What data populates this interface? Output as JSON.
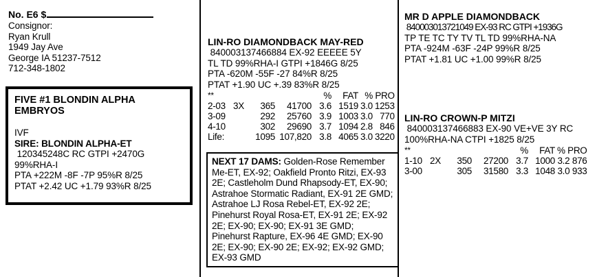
{
  "document": {
    "type": "cattle-auction-catalog-page",
    "lot_number_label": "No. E6",
    "price_symbol": "$"
  },
  "consignor": {
    "label": "Consignor:",
    "name": "Ryan Krull",
    "address": "1949 Jay Ave",
    "city_state_zip": "George IA 51237-7512",
    "phone": "712-348-1802"
  },
  "lot": {
    "title": "FIVE #1 BLONDIN ALPHA EMBRYOS",
    "method": "IVF",
    "sire_label": "SIRE: BLONDIN ALPHA-ET",
    "sire_reg": " 120345248C RC GTPI +2470G",
    "sire_rha": "99%RHA-I",
    "sire_pta": "PTA +222M -8F -7P 95%R 8/25",
    "sire_ptat": "PTAT +2.42 UC +1.79 93%R 8/25"
  },
  "dam_middle": {
    "name": "LIN-RO DIAMONDBACK MAY-RED",
    "reg": " 840003137466884 EX-92 EEEEE 5Y",
    "codes": "TL TD 99%RHA-I GTPI +1846G 8/25",
    "pta": "PTA -620M -55F -27 84%R 8/25",
    "ptat": "PTAT +1.90 UC +.39 83%R 8/25",
    "records": {
      "stars": "**",
      "headers": [
        "",
        "",
        "",
        "",
        "%",
        "FAT",
        "% PRO"
      ],
      "rows": [
        {
          "age": "2-03",
          "times": "3X",
          "days": "365",
          "milk": "41700",
          "fat_pct": "3.6",
          "fat": "1519",
          "pro_pct": "3.0",
          "pro": "1253"
        },
        {
          "age": "3-09",
          "times": "",
          "days": "292",
          "milk": "25760",
          "fat_pct": "3.9",
          "fat": "1003",
          "pro_pct": "3.0",
          "pro": "770"
        },
        {
          "age": "4-10",
          "times": "",
          "days": "302",
          "milk": "29690",
          "fat_pct": "3.7",
          "fat": "1094",
          "pro_pct": "2.8",
          "pro": "846"
        }
      ],
      "lifetime": {
        "label": "Life:",
        "days": "1095",
        "milk": "107,820",
        "fat_pct": "3.8",
        "fat": "4065",
        "pro_pct": "3.0",
        "pro": "3220"
      }
    }
  },
  "next_dams": {
    "label": "NEXT 17 DAMS:",
    "text": " Golden-Rose Remember Me-ET, EX-92; Oakfield Pronto Ritzi, EX-93 2E; Castleholm Dund Rhapsody-ET, EX-90; Astrahoe Stormatic Radiant, EX-91 2E GMD; Astrahoe LJ Rosa Rebel-ET, EX-92 2E; Pinehurst Royal Rosa-ET, EX-91 2E; EX-92 2E; EX-90; EX-90; EX-91 3E GMD; Pinehurst Rapture, EX-96 4E GMD; EX-90 2E; EX-90; EX-90 2E; EX-92; EX-92 GMD; EX-93 GMD"
  },
  "sire_right": {
    "name": "MR D APPLE DIAMONDBACK",
    "reg": " 840003013721049 EX-93 RC GTPI +1936G",
    "codes": "TP TE TC TY TV TL TD 99%RHA-NA",
    "pta": "PTA -924M -63F -24P 99%R 8/25",
    "ptat": "PTAT +1.81 UC +1.00 99%R 8/25"
  },
  "dam_right": {
    "name": "LIN-RO CROWN-P MITZI",
    "reg": " 840003137466883 EX-90 VE+VE 3Y RC",
    "codes": "100%RHA-NA CTPI +1825 8/25",
    "records": {
      "stars": "**",
      "headers": [
        "",
        "",
        "",
        "",
        "%",
        "FAT",
        "% PRO"
      ],
      "rows": [
        {
          "age": "1-10",
          "times": "2X",
          "days": "350",
          "milk": "27200",
          "fat_pct": "3.7",
          "fat": "1000",
          "pro_pct": "3.2",
          "pro": "876"
        },
        {
          "age": "3-00",
          "times": "",
          "days": "305",
          "milk": "31580",
          "fat_pct": "3.3",
          "fat": "1048",
          "pro_pct": "3.0",
          "pro": "933"
        }
      ]
    }
  }
}
